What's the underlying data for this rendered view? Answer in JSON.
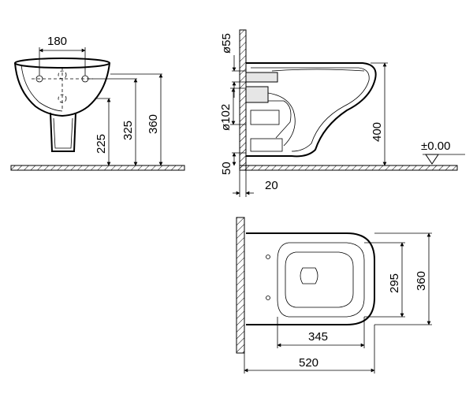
{
  "front_view": {
    "width_label": "180",
    "height_labels": [
      "225",
      "325",
      "360"
    ]
  },
  "side_view": {
    "diameter_labels": [
      "ø55",
      "ø102"
    ],
    "height_label": "400",
    "offset_label": "50",
    "depth_label": "20",
    "level_label": "±0.00"
  },
  "plan_view": {
    "inner_height_label": "295",
    "outer_height_label": "360",
    "inner_length_label": "345",
    "outer_length_label": "520"
  },
  "colors": {
    "line": "#000000",
    "background": "#ffffff",
    "shading": "#cfcfcf"
  }
}
